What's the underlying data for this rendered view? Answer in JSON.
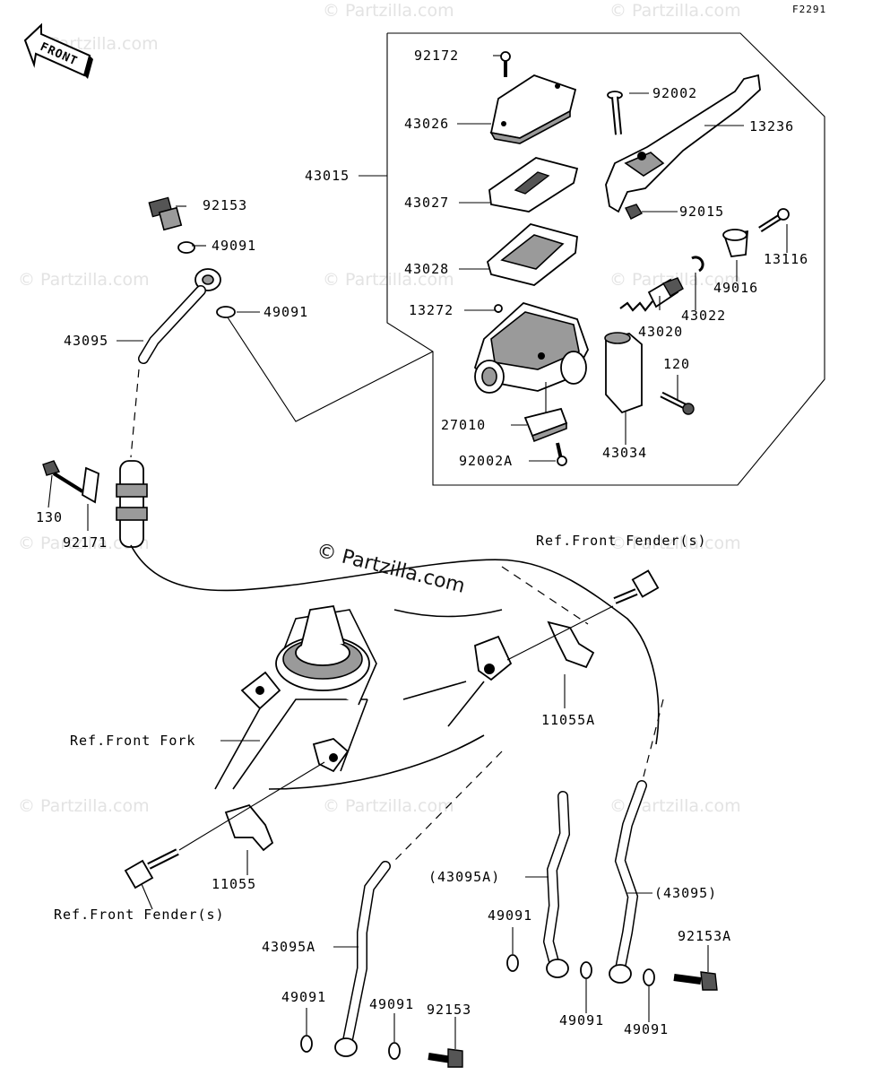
{
  "diagram_code": "F2291",
  "front_arrow_label": "FRONT",
  "copyright_watermark": "© Partzilla.com",
  "repeated_watermark": "© Partzilla.com",
  "parts": {
    "p92172": "92172",
    "p43026": "43026",
    "p43015": "43015",
    "p43027": "43027",
    "p43028": "43028",
    "p13272": "13272",
    "p92002": "92002",
    "p13236": "13236",
    "p92015": "92015",
    "p13116": "13116",
    "p49016": "49016",
    "p43022": "43022",
    "p43020": "43020",
    "p120": "120",
    "p27010": "27010",
    "p92002A": "92002A",
    "p43034": "43034",
    "p92153_top": "92153",
    "p49091_a": "49091",
    "p49091_b": "49091",
    "p43095_top": "43095",
    "p130": "130",
    "p92171": "92171",
    "p11055A": "11055A",
    "p11055": "11055",
    "p43095A_paren": "(43095A)",
    "p43095_paren": "(43095)",
    "p49091_c": "49091",
    "p92153A": "92153A",
    "p43095A": "43095A",
    "p49091_d": "49091",
    "p49091_e": "49091",
    "p49091_f": "49091",
    "p49091_g": "49091",
    "p92153_bottom": "92153"
  },
  "refs": {
    "front_fender_top": "Ref.Front Fender(s)",
    "front_fork": "Ref.Front Fork",
    "front_fender_bottom": "Ref.Front Fender(s)"
  }
}
